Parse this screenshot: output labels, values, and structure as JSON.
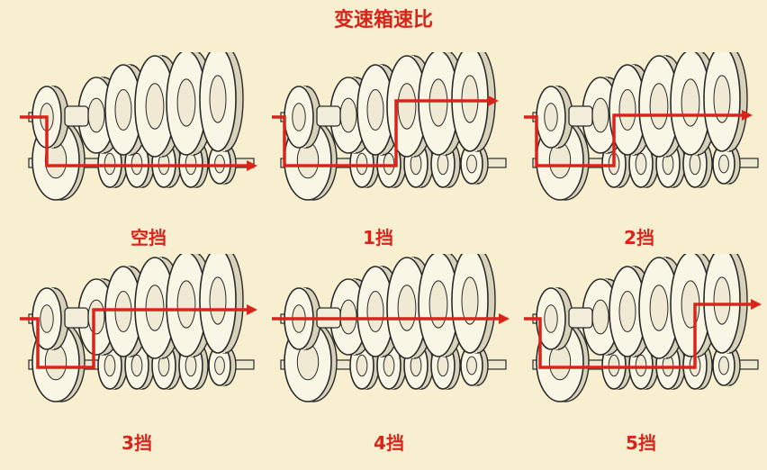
{
  "title": "变速箱速比",
  "colors": {
    "background": "#f7efcf",
    "accent": "#d9241c",
    "ink": "#2a2a2a"
  },
  "gears": [
    {
      "label": "空挡",
      "path": "neutral"
    },
    {
      "label": "1挡",
      "path": "gear1"
    },
    {
      "label": "2挡",
      "path": "gear2"
    },
    {
      "label": "3挡",
      "path": "gear3"
    },
    {
      "label": "4挡",
      "path": "gear4"
    },
    {
      "label": "5挡",
      "path": "gear5"
    }
  ]
}
